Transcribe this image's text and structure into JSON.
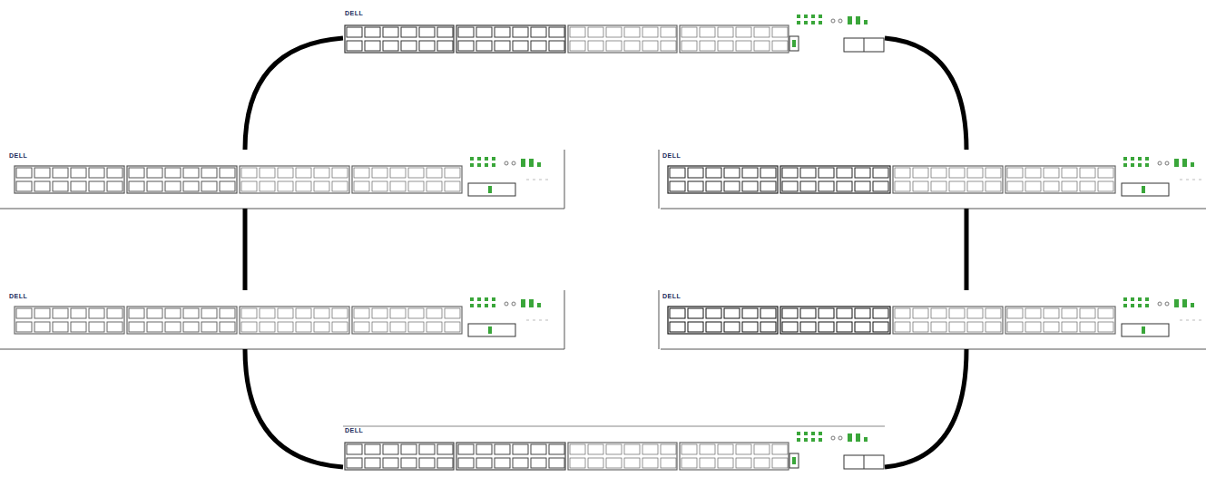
{
  "diagram": {
    "nodes": [
      {
        "text": [
          "DELL"
        ]
      },
      {
        "text": [
          "DELL"
        ]
      },
      {
        "text": [
          "DELL"
        ]
      },
      {
        "text": [
          "DELL"
        ]
      },
      {
        "text": [
          "DELL"
        ]
      },
      {
        "text": [
          "DELL"
        ]
      }
    ],
    "edges": [
      {
        "from": 0,
        "to": 1,
        "arrow": "none"
      },
      {
        "from": 0,
        "to": 2,
        "arrow": "none"
      },
      {
        "from": 1,
        "to": 3,
        "arrow": "none"
      },
      {
        "from": 2,
        "to": 4,
        "arrow": "none"
      },
      {
        "from": 3,
        "to": 5,
        "arrow": "none"
      },
      {
        "from": 4,
        "to": 5,
        "arrow": "none"
      }
    ]
  }
}
